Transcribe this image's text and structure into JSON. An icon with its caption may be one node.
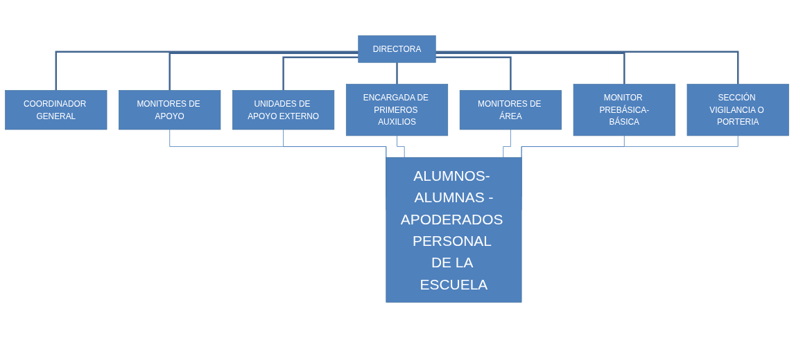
{
  "diagram": {
    "nodes": [
      {
        "text": [
          "DIRECTORA"
        ]
      },
      {
        "text": [
          "COORDINADOR GENERAL"
        ]
      },
      {
        "text": [
          "MONITORES DE APOYO"
        ]
      },
      {
        "text": [
          "UNIDADES DE APOYO EXTERNO"
        ]
      },
      {
        "text": [
          "ENCARGADA DE PRIMEROS AUXILIOS"
        ]
      },
      {
        "text": [
          "MONITORES DE ÁREA"
        ]
      },
      {
        "text": [
          "MONITOR PREBÁSICA-BÁSICA"
        ]
      },
      {
        "text": [
          "SECCIÓN VIGILANCIA O PORTERIA"
        ]
      },
      {
        "text": [
          "ALUMNOS- ALUMNAS -APODERADOS PERSONAL DE LA ESCUELA"
        ]
      }
    ],
    "edges": [
      {
        "from": 0,
        "to": 1,
        "arrow": "none"
      },
      {
        "from": 0,
        "to": 2,
        "arrow": "none"
      },
      {
        "from": 0,
        "to": 3,
        "arrow": "none"
      },
      {
        "from": 0,
        "to": 4,
        "arrow": "none"
      },
      {
        "from": 0,
        "to": 5,
        "arrow": "none"
      },
      {
        "from": 0,
        "to": 6,
        "arrow": "none"
      },
      {
        "from": 0,
        "to": 7,
        "arrow": "none"
      },
      {
        "from": 2,
        "to": 8,
        "arrow": "none",
        "color": "#4f81bd"
      },
      {
        "from": 3,
        "to": 8,
        "arrow": "none",
        "color": "#4f81bd"
      },
      {
        "from": 4,
        "to": 8,
        "arrow": "none",
        "color": "#4f81bd"
      },
      {
        "from": 5,
        "to": 8,
        "arrow": "none",
        "color": "#4f81bd"
      },
      {
        "from": 6,
        "to": 8,
        "arrow": "none",
        "color": "#4f81bd"
      },
      {
        "from": 7,
        "to": 8,
        "arrow": "none",
        "color": "#4f81bd"
      }
    ]
  }
}
